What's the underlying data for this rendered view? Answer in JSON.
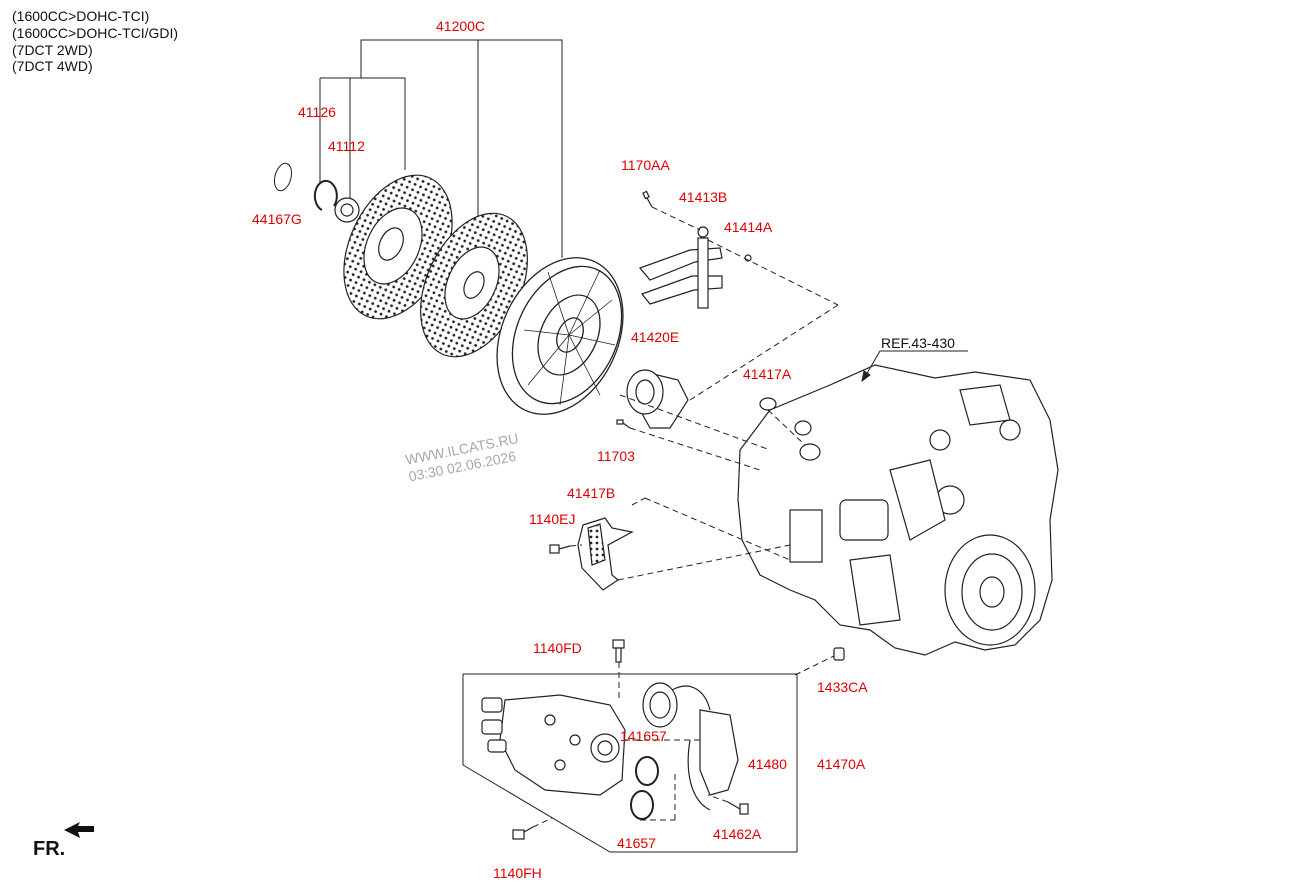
{
  "variants": [
    "(1600CC>DOHC-TCI)",
    "(1600CC>DOHC-TCI/GDI)",
    "(7DCT 2WD)",
    "(7DCT 4WD)"
  ],
  "parts": {
    "p41200C": "41200C",
    "p41126": "41126",
    "p41112": "41112",
    "p44167G": "44167G",
    "p1170AA": "1170AA",
    "p41413B": "41413B",
    "p41414A": "41414A",
    "p41420E": "41420E",
    "p41417A": "41417A",
    "p11703": "11703",
    "p41417B": "41417B",
    "p1140EJ": "1140EJ",
    "p1140FD": "1140FD",
    "p1433CA": "1433CA",
    "p141657": "141657",
    "p41480": "41480",
    "p41470A": "41470A",
    "p41657": "41657",
    "p41462A": "41462A",
    "p1140FH": "1140FH"
  },
  "reference": "REF.43-430",
  "watermark": {
    "site": "WWW.ILCATS.RU",
    "timestamp": "03:30 02.06.2026"
  },
  "direction": "FR.",
  "colors": {
    "label": "#e00000",
    "line": "#222222",
    "watermark": "#a8a8a8"
  }
}
